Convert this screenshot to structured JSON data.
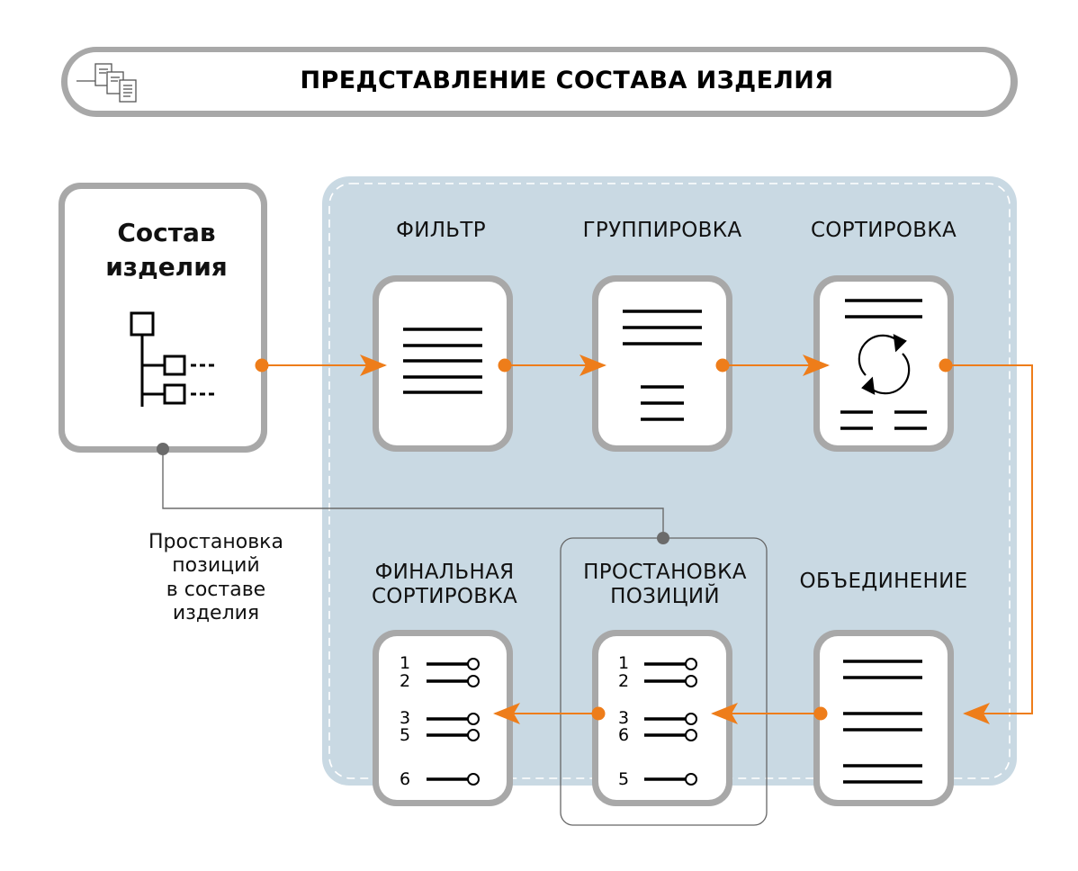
{
  "header": {
    "title": "ПРЕДСТАВЛЕНИЕ СОСТАВА ИЗДЕЛИЯ",
    "icon": "documents-icon"
  },
  "source": {
    "title_line1": "Состав",
    "title_line2": "изделия",
    "icon": "tree-structure-icon"
  },
  "side_label": {
    "line1": "Простановка",
    "line2": "позиций",
    "line3": "в составе",
    "line4": "изделия"
  },
  "stages": {
    "filter": "ФИЛЬТР",
    "grouping": "ГРУППИРОВКА",
    "sorting": "СОРТИРОВКА",
    "merge": "ОБЪЕДИНЕНИЕ",
    "numbering_line1": "ПРОСТАНОВКА",
    "numbering_line2": "ПОЗИЦИЙ",
    "final_line1": "ФИНАЛЬНАЯ",
    "final_line2": "СОРТИРОВКА"
  },
  "numbering_list": [
    "1",
    "2",
    "3",
    "6",
    "5"
  ],
  "final_list": [
    "1",
    "2",
    "3",
    "5",
    "6"
  ],
  "colors": {
    "arrow": "#ee7d1a",
    "panel": "#c9d9e3",
    "connector": "#6b6b6b"
  }
}
